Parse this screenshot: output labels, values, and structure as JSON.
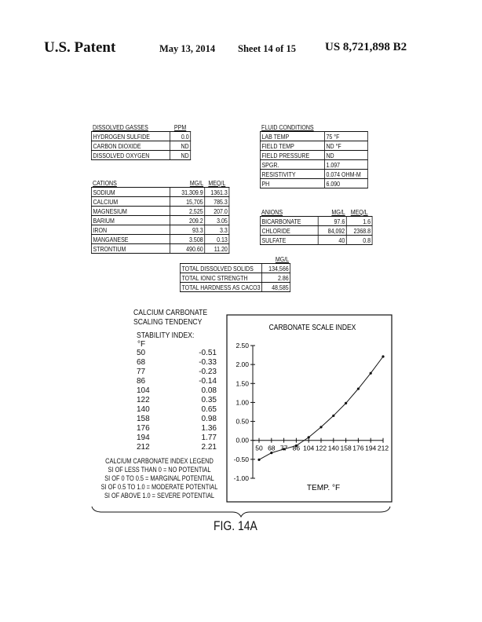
{
  "header": {
    "patent_label": "U.S. Patent",
    "date": "May 13, 2014",
    "sheet": "Sheet 14 of 15",
    "patent_number": "US 8,721,898 B2"
  },
  "dissolved_gasses": {
    "title": "DISSOLVED GASSES",
    "unit": "PPM",
    "rows": [
      {
        "name": "HYDROGEN SULFIDE",
        "value": "0.0"
      },
      {
        "name": "CARBON DIOXIDE",
        "value": "ND"
      },
      {
        "name": "DISSOLVED OXYGEN",
        "value": "ND"
      }
    ]
  },
  "fluid_conditions": {
    "title": "FLUID CONDITIONS",
    "rows": [
      {
        "name": "LAB TEMP",
        "value": "75 °F"
      },
      {
        "name": "FIELD TEMP",
        "value": "ND °F"
      },
      {
        "name": "FIELD PRESSURE",
        "value": "ND"
      },
      {
        "name": "SpGr.",
        "value": "1.097"
      },
      {
        "name": "RESISTIVITY",
        "value": "0.074 Ohm-m"
      },
      {
        "name": "pH",
        "value": "6.090"
      }
    ]
  },
  "cations": {
    "title": "CATIONS",
    "col1": "mg/L",
    "col2": "meq/L",
    "rows": [
      {
        "name": "SODIUM",
        "mg": "31,309.9",
        "meq": "1361.3"
      },
      {
        "name": "CALCIUM",
        "mg": "15,705",
        "meq": "785.3"
      },
      {
        "name": "MAGNESIUM",
        "mg": "2,525",
        "meq": "207.0"
      },
      {
        "name": "BARIUM",
        "mg": "209.2",
        "meq": "3.05"
      },
      {
        "name": "IRON",
        "mg": "93.3",
        "meq": "3.3"
      },
      {
        "name": "MANGANESE",
        "mg": "3.508",
        "meq": "0.13"
      },
      {
        "name": "STRONTIUM",
        "mg": "490.60",
        "meq": "11.20"
      }
    ]
  },
  "anions": {
    "title": "ANIONS",
    "col1": "mg/L",
    "col2": "meq/L",
    "rows": [
      {
        "name": "BICARBONATE",
        "mg": "97.6",
        "meq": "1.6"
      },
      {
        "name": "CHLORIDE",
        "mg": "84,092",
        "meq": "2368.8"
      },
      {
        "name": "SULFATE",
        "mg": "40",
        "meq": "0.8"
      }
    ]
  },
  "totals": {
    "unit": "mg/L",
    "rows": [
      {
        "name": "TOTAL DISSOLVED SOLIDS",
        "value": "134,566"
      },
      {
        "name": "TOTAL IONIC STRENGTH",
        "value": "2.86"
      },
      {
        "name": "TOTAL HARDNESS AS CaCO3",
        "value": "48,585"
      }
    ]
  },
  "scaling": {
    "title_line1": "CALCIUM CARBONATE",
    "title_line2": "SCALING TENDENCY",
    "stability_label": "STABILITY INDEX:",
    "unit": "°F",
    "rows": [
      {
        "temp": "50",
        "si": "-0.51"
      },
      {
        "temp": "68",
        "si": "-0.33"
      },
      {
        "temp": "77",
        "si": "-0.23"
      },
      {
        "temp": "86",
        "si": "-0.14"
      },
      {
        "temp": "104",
        "si": "0.08"
      },
      {
        "temp": "122",
        "si": "0.35"
      },
      {
        "temp": "140",
        "si": "0.65"
      },
      {
        "temp": "158",
        "si": "0.98"
      },
      {
        "temp": "176",
        "si": "1.36"
      },
      {
        "temp": "194",
        "si": "1.77"
      },
      {
        "temp": "212",
        "si": "2.21"
      }
    ],
    "legend_title": "CALCIUM CARBONATE INDEX LEGEND",
    "legend": [
      "SI OF LESS THAN 0 = NO POTENTIAL",
      "SI OF 0 TO 0.5 = MARGINAL POTENTIAL",
      "SI OF 0.5 TO 1.0 = MODERATE POTENTIAL",
      "SI OF ABOVE 1.0 = SEVERE POTENTIAL"
    ]
  },
  "chart_data": {
    "type": "line",
    "title": "CARBONATE SCALE INDEX",
    "xlabel": "TEMP. °F",
    "ylabel": "",
    "categories": [
      "50",
      "68",
      "77",
      "86",
      "104",
      "122",
      "140",
      "158",
      "176",
      "194",
      "212"
    ],
    "x": [
      50,
      68,
      77,
      86,
      104,
      122,
      140,
      158,
      176,
      194,
      212
    ],
    "values": [
      -0.51,
      -0.33,
      -0.23,
      -0.14,
      0.08,
      0.35,
      0.65,
      0.98,
      1.36,
      1.77,
      2.21
    ],
    "ylim": [
      -1.0,
      2.5
    ],
    "yticks": [
      "2.50",
      "2.00",
      "1.50",
      "1.00",
      "0.50",
      "0.00",
      "-0.50",
      "-1.00"
    ],
    "ytick_values": [
      2.5,
      2.0,
      1.5,
      1.0,
      0.5,
      0.0,
      -0.5,
      -1.0
    ],
    "grid": false,
    "marker": "dot"
  },
  "figure_label": "FIG. 14A"
}
